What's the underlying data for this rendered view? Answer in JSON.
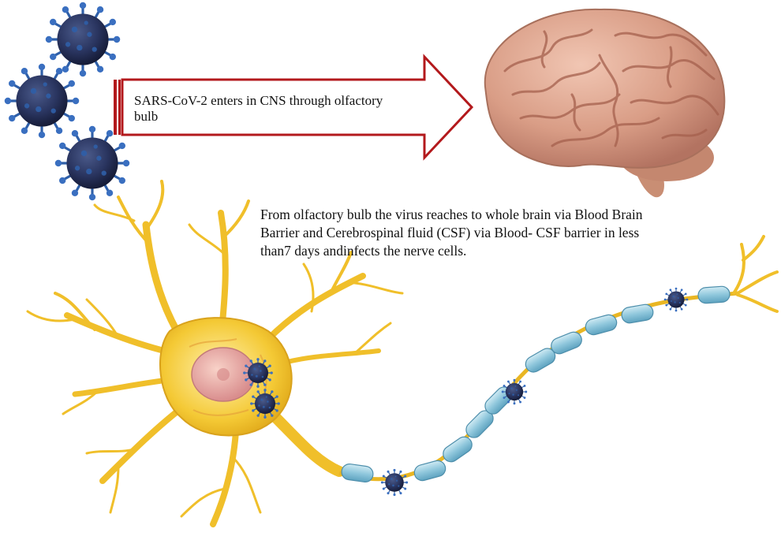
{
  "arrow_label": {
    "line1": "SARS-CoV-2 enters in CNS through olfactory",
    "line2": "bulb"
  },
  "description": {
    "line1": "From olfactory bulb the virus  reaches to whole brain via Blood Brain",
    "line2": "Barrier and Cerebrospinal fluid (CSF) via  Blood- CSF barrier in less",
    "line3": "than7 days andinfects the nerve cells."
  },
  "colors": {
    "arrow_stroke": "#b3191c",
    "virus_body": "#2a3560",
    "virus_spike": "#2f5fa8",
    "brain": "#d9a089",
    "neuron": "#f2c22b",
    "myelin": "#8fc7dc",
    "nucleus": "#e8a0a0"
  },
  "icons": {
    "virus": "virus-particle-icon",
    "brain": "brain-icon",
    "neuron": "neuron-icon"
  }
}
